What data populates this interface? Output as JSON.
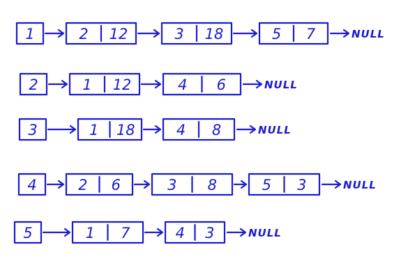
{
  "null_label": "NULL",
  "rows": [
    {
      "head": "1",
      "nodes": [
        {
          "vertex": "2",
          "weight": "12"
        },
        {
          "vertex": "3",
          "weight": "18"
        },
        {
          "vertex": "5",
          "weight": "7"
        }
      ]
    },
    {
      "head": "2",
      "nodes": [
        {
          "vertex": "1",
          "weight": "12"
        },
        {
          "vertex": "4",
          "weight": "6"
        }
      ]
    },
    {
      "head": "3",
      "nodes": [
        {
          "vertex": "1",
          "weight": "18"
        },
        {
          "vertex": "4",
          "weight": "8"
        }
      ]
    },
    {
      "head": "4",
      "nodes": [
        {
          "vertex": "2",
          "weight": "6"
        },
        {
          "vertex": "3",
          "weight": "8"
        },
        {
          "vertex": "5",
          "weight": "3"
        }
      ]
    },
    {
      "head": "5",
      "nodes": [
        {
          "vertex": "1",
          "weight": "7"
        },
        {
          "vertex": "4",
          "weight": "3"
        }
      ]
    }
  ],
  "colors": {
    "ink": "#1a1ad0",
    "background": "#ffffff"
  }
}
